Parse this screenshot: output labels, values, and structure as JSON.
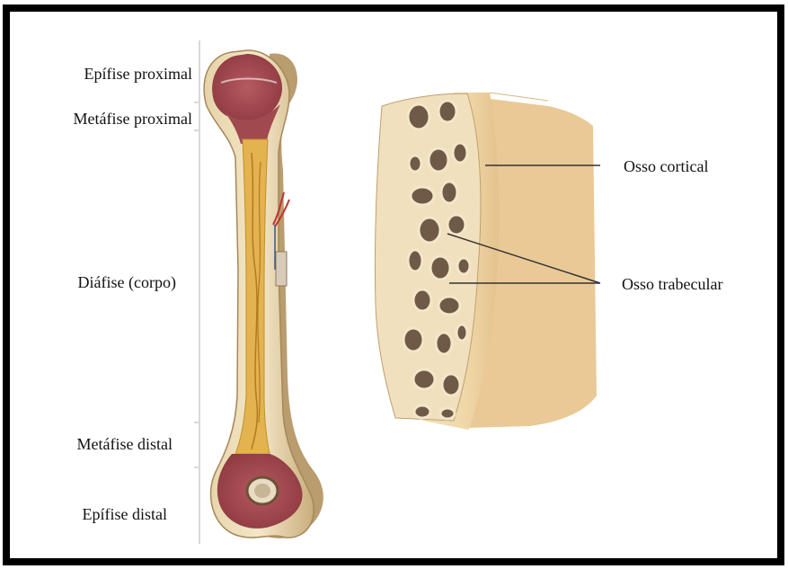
{
  "left_labels": {
    "epiphysis_proximal": "Epífise proximal",
    "metaphysis_proximal": "Metáfise proximal",
    "diaphysis": "Diáfise (corpo)",
    "metaphysis_distal": "Metáfise distal",
    "epiphysis_distal": "Epífise distal"
  },
  "right_labels": {
    "cortical": "Osso cortical",
    "trabecular": "Osso trabecular"
  },
  "colors": {
    "border": "#000000",
    "bone_outer": "#efe1c4",
    "bone_shadow": "#cbb287",
    "epiphysis_red": "#9a3f46",
    "marrow_yellow": "#e0b24a",
    "vessel_red": "#c0342f",
    "cortical_block": "#f0d9ad",
    "trabecular_hole": "#6e5a46"
  }
}
